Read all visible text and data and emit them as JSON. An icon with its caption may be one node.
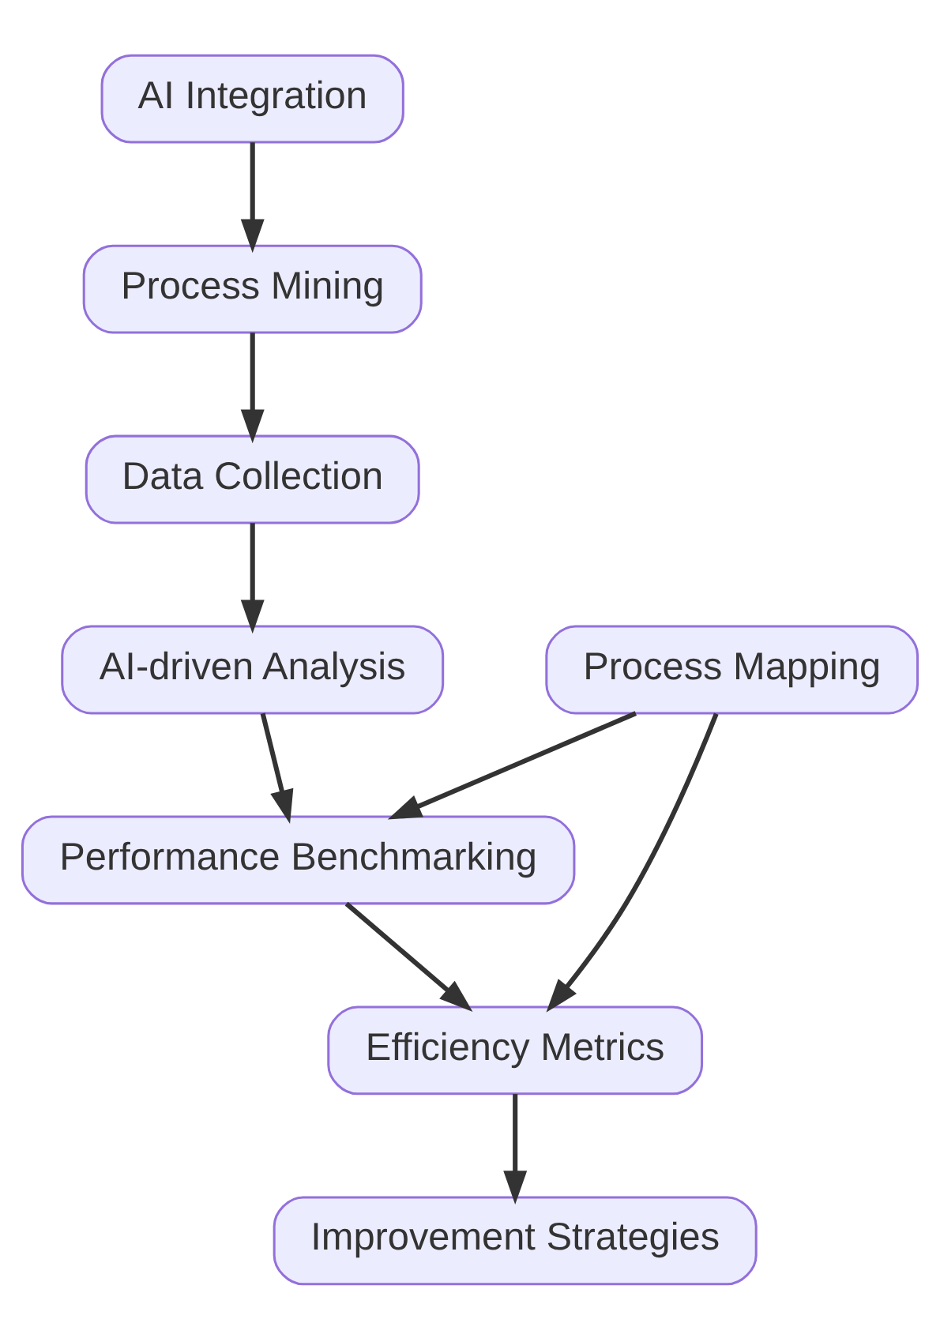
{
  "diagram": {
    "nodes": [
      {
        "text": [
          "AI Integration"
        ]
      },
      {
        "text": [
          "Process Mining"
        ]
      },
      {
        "text": [
          "Data Collection"
        ]
      },
      {
        "text": [
          "AI-driven Analysis"
        ]
      },
      {
        "text": [
          "Process Mapping"
        ]
      },
      {
        "text": [
          "Performance Benchmarking"
        ]
      },
      {
        "text": [
          "Efficiency Metrics"
        ]
      },
      {
        "text": [
          "Improvement Strategies"
        ]
      }
    ],
    "edges": [
      {
        "from": 0,
        "to": 1,
        "arrow": "to"
      },
      {
        "from": 1,
        "to": 2,
        "arrow": "to"
      },
      {
        "from": 2,
        "to": 3,
        "arrow": "to"
      },
      {
        "from": 3,
        "to": 5,
        "arrow": "to"
      },
      {
        "from": 4,
        "to": 5,
        "arrow": "to"
      },
      {
        "from": 4,
        "to": 6,
        "arrow": "to"
      },
      {
        "from": 5,
        "to": 6,
        "arrow": "to"
      },
      {
        "from": 6,
        "to": 7,
        "arrow": "to"
      }
    ]
  }
}
